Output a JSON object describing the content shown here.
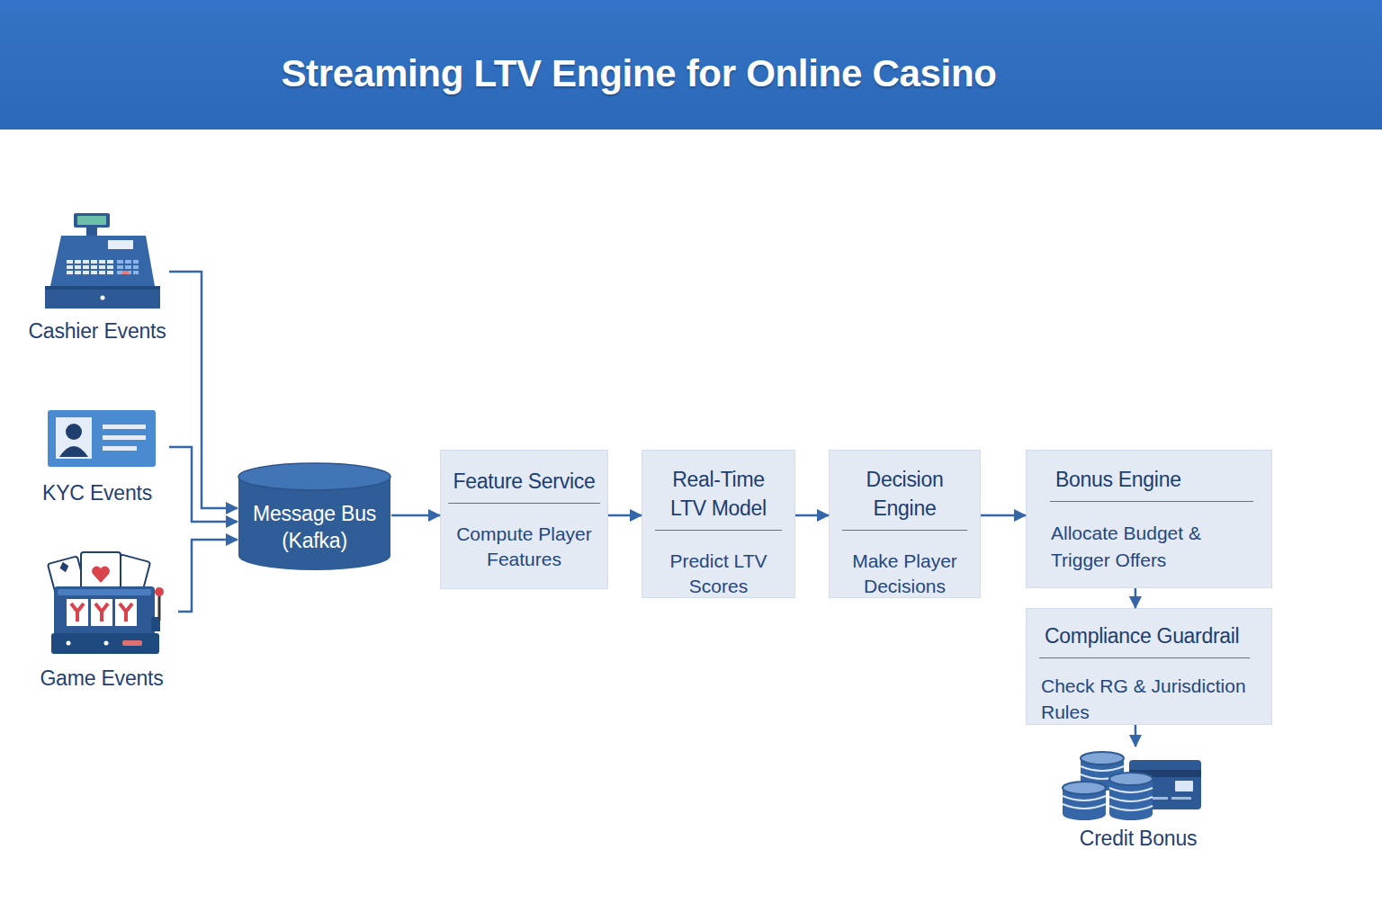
{
  "diagram": {
    "title": "Streaming LTV Engine for Online Casino",
    "nodes": [
      {
        "text": [
          "Cashier Events"
        ]
      },
      {
        "text": [
          "KYC Events"
        ]
      },
      {
        "text": [
          "Game Events"
        ]
      },
      {
        "text": [
          "Message Bus (Kafka)"
        ]
      },
      {
        "text": [
          "Feature Service",
          "Compute Player Features"
        ]
      },
      {
        "text": [
          "Real-Time LTV Model",
          "Predict LTV Scores"
        ]
      },
      {
        "text": [
          "Decision Engine",
          "Make Player Decisions"
        ]
      },
      {
        "text": [
          "Bonus Engine",
          "Allocate Budget & Trigger Offers"
        ]
      },
      {
        "text": [
          "Compliance Guardrail",
          "Check RG & Jurisdiction Rules"
        ]
      },
      {
        "text": [
          "Credit Bonus"
        ]
      }
    ],
    "edges": [
      {
        "from": 0,
        "to": 3,
        "arrow": "to"
      },
      {
        "from": 1,
        "to": 3,
        "arrow": "to"
      },
      {
        "from": 2,
        "to": 3,
        "arrow": "to"
      },
      {
        "from": 3,
        "to": 4,
        "arrow": "to"
      },
      {
        "from": 4,
        "to": 5,
        "arrow": "to"
      },
      {
        "from": 5,
        "to": 6,
        "arrow": "to"
      },
      {
        "from": 6,
        "to": 7,
        "arrow": "to"
      },
      {
        "from": 7,
        "to": 8,
        "arrow": "to"
      },
      {
        "from": 8,
        "to": 9,
        "arrow": "to"
      }
    ]
  }
}
